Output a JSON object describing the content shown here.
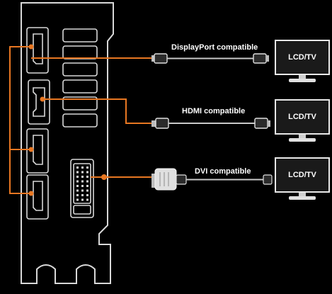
{
  "connections": {
    "displayport": {
      "label": "DisplayPort compatible"
    },
    "hdmi": {
      "label": "HDMI compatible"
    },
    "dvi": {
      "label": "DVI compatible"
    }
  },
  "monitors": [
    {
      "label": "LCD/TV"
    },
    {
      "label": "LCD/TV"
    },
    {
      "label": "LCD/TV"
    }
  ],
  "colors": {
    "background": "#000000",
    "bracket_outline": "#d8d8d8",
    "connection_line": "#e87722",
    "cable": "#c8c8c8",
    "monitor_frame": "#e8e8e8"
  },
  "icons": {
    "displayport_port": "displayport-port-icon",
    "hdmi_port": "hdmi-port-icon",
    "dvi_port": "dvi-port-icon",
    "monitor": "monitor-icon"
  }
}
